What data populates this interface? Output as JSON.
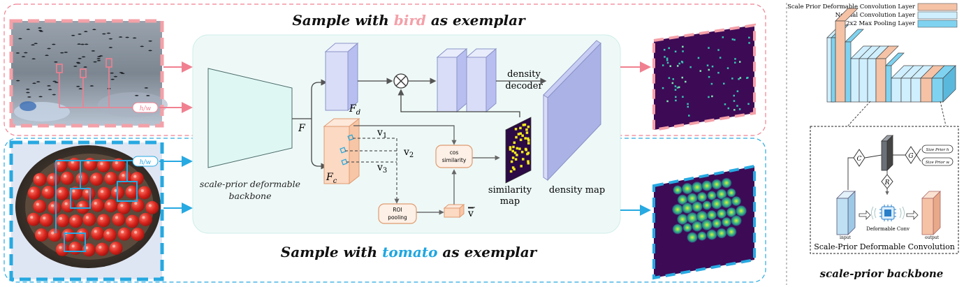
{
  "top_title": {
    "prefix": "Sample with ",
    "highlight": "bird",
    "suffix": " as exemplar"
  },
  "bottom_title": {
    "prefix": "Sample with ",
    "highlight": "tomato",
    "suffix": " as exemplar"
  },
  "colors": {
    "bird": "#f4a0a8",
    "tomato": "#1fa6e0",
    "frame_pink": "#f08090",
    "frame_blue": "#27a9e1",
    "panel_bg": "#eef9f7",
    "panel_border": "#cfeee9",
    "backbone_fill": "#dff7f3",
    "block_blue": "#d9ddf7",
    "block_orange": "#fbd9c3",
    "density_bg": "#3d0a55"
  },
  "labels": {
    "hw": "h/w",
    "F": "F",
    "Fd": "F",
    "Fd_sub": "d",
    "Fc": "F",
    "Fc_sub": "c",
    "v1": "v",
    "v1_sub": "1",
    "v2": "v",
    "v2_sub": "2",
    "v3": "v",
    "v3_sub": "3",
    "vbar": "v",
    "density_decoder_1": "density",
    "density_decoder_2": "decoder",
    "cos_1": "cos",
    "cos_2": "similarity",
    "roi_1": "ROI",
    "roi_2": "pooling",
    "similarity_map_1": "similarity",
    "similarity_map_2": "map",
    "density_map": "density map",
    "backbone_1": "scale-prior deformable",
    "backbone_2": "backbone"
  },
  "legend": {
    "items": [
      {
        "label": "Scale Prior Deformable Convolution Layer",
        "color": "#f5c2a6"
      },
      {
        "label": "Normal Convolution Layer",
        "color": "#cfefff"
      },
      {
        "label": "2x2 Max Pooling Layer",
        "color": "#7fd3f0"
      }
    ]
  },
  "inset": {
    "C": "C",
    "G": "G",
    "R": "R",
    "size_h": "Size Prior h",
    "size_w": "Size Prior w",
    "input": "input",
    "output": "output",
    "deform": "Deformable Conv",
    "title": "Scale-Prior Deformable Convolution"
  },
  "side_caption": "scale-prior backbone"
}
